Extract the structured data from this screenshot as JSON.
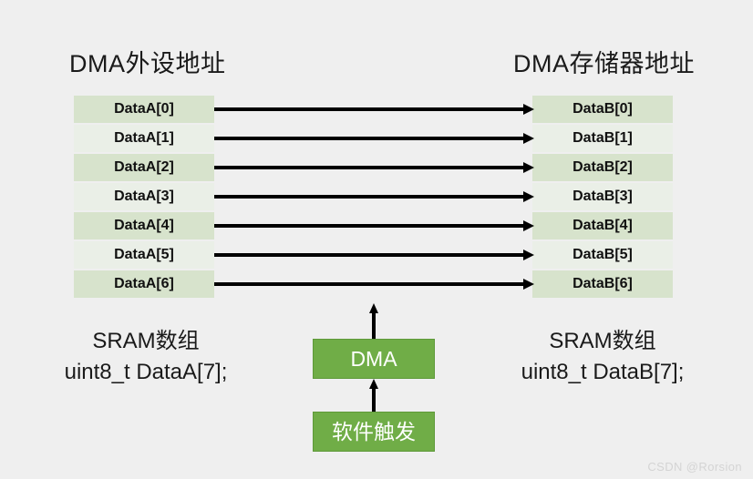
{
  "background_color": "#efefef",
  "headings": {
    "left": "DMA外设地址",
    "right": "DMA存储器地址"
  },
  "tables": {
    "left": {
      "name": "DataA",
      "cells": [
        "DataA[0]",
        "DataA[1]",
        "DataA[2]",
        "DataA[3]",
        "DataA[4]",
        "DataA[5]",
        "DataA[6]"
      ]
    },
    "right": {
      "name": "DataB",
      "cells": [
        "DataB[0]",
        "DataB[1]",
        "DataB[2]",
        "DataB[3]",
        "DataB[4]",
        "DataB[5]",
        "DataB[6]"
      ]
    },
    "cell_color_dark": "#d7e3cc",
    "cell_color_light": "#eaefe7",
    "row_count": 7
  },
  "transfer_arrows": {
    "count": 7,
    "direction": "left-to-right",
    "color": "#000000"
  },
  "captions": {
    "left": {
      "line1": "SRAM数组",
      "line2": "uint8_t DataA[7];"
    },
    "right": {
      "line1": "SRAM数组",
      "line2": "uint8_t DataB[7];"
    }
  },
  "center_blocks": {
    "dma": "DMA",
    "trigger": "软件触发",
    "fill_color": "#70ad47",
    "text_color": "#ffffff"
  },
  "vertical_arrows": {
    "top": "dma-to-peripheral-arrow",
    "middle": "trigger-to-dma-arrow",
    "direction": "upward",
    "color": "#000000"
  },
  "watermark": "CSDN @Rorsion"
}
